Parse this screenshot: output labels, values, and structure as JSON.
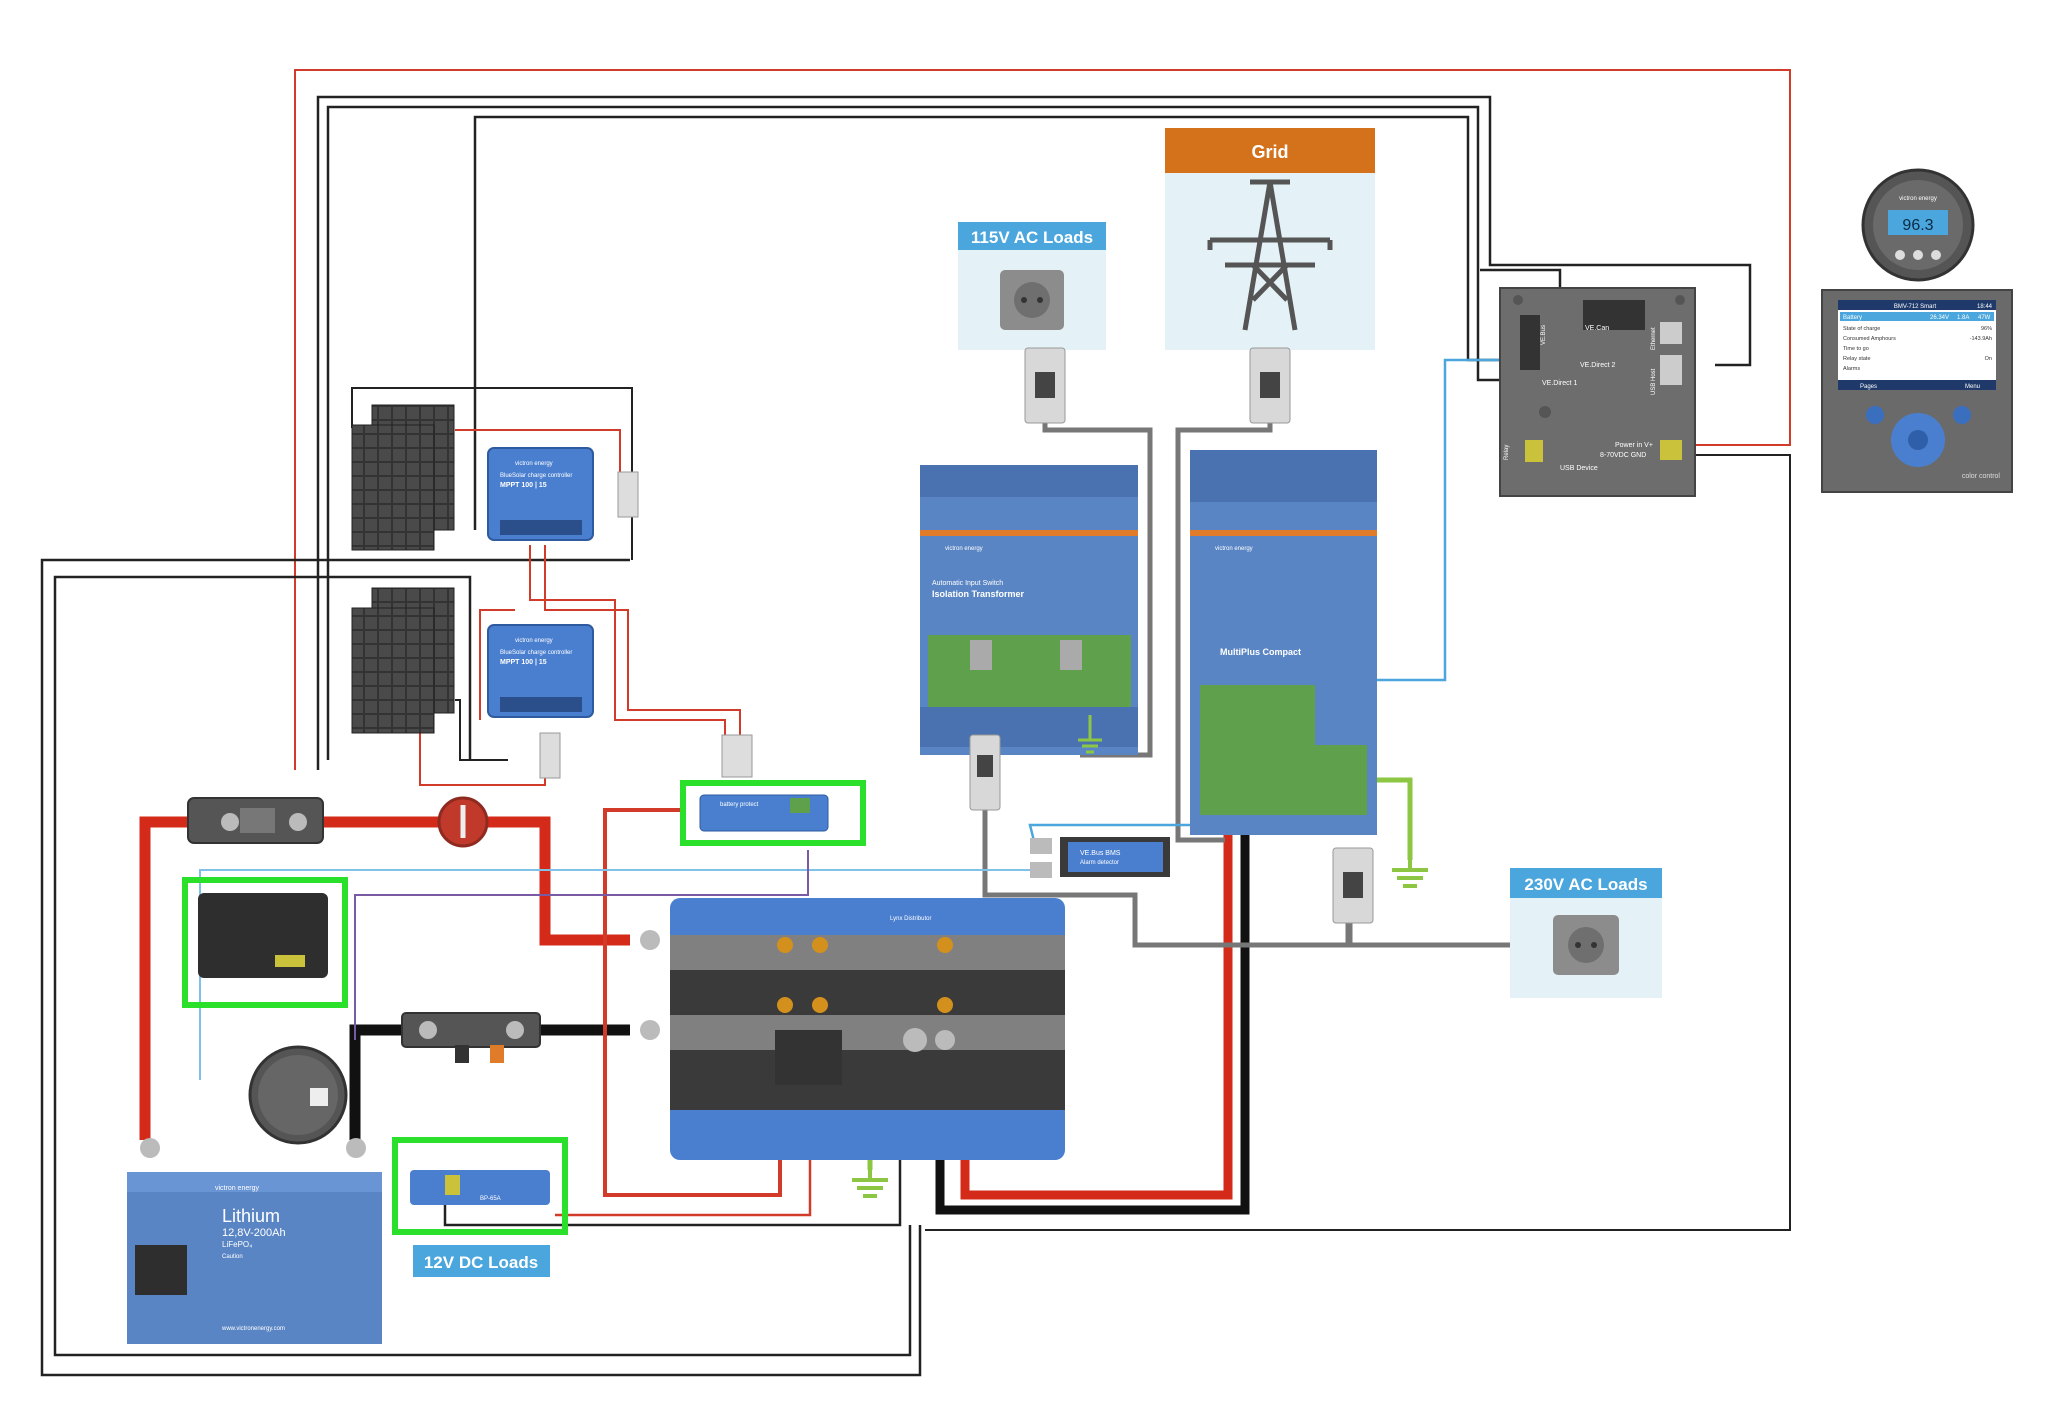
{
  "labels": {
    "grid": "Grid",
    "ac115": "115V AC Loads",
    "ac230": "230V AC Loads",
    "dc12": "12V DC Loads"
  },
  "battery": {
    "brand": "victron energy",
    "title": "Lithium",
    "spec": "12,8V-200Ah",
    "chem": "LiFePO₄",
    "caution": "Caution",
    "url": "www.victronenergy.com"
  },
  "mppt": {
    "brand": "victron energy",
    "product": "BlueSolar charge controller",
    "model": "MPPT 100 | 15"
  },
  "isolation": {
    "brand": "victron energy",
    "line1": "Automatic Input Switch",
    "line2": "Isolation Transformer"
  },
  "multiplus": {
    "brand": "victron energy",
    "title": "MultiPlus Compact"
  },
  "gx": {
    "vecan": "VE.Can",
    "vebus": "VE.Bus",
    "ethernet": "Ethernet",
    "vedirect1": "VE.Direct 1",
    "vedirect2": "VE.Direct 2",
    "usb": "USB Host",
    "power": "Power in V+",
    "power2": "8-70VDC GND",
    "relay": "Relay",
    "usbdevice": "USB Device"
  },
  "bms": {
    "line1": "VE.Bus BMS",
    "line2": "Alarm detector"
  },
  "bmv": {
    "brand": "victron energy",
    "value": "96.3"
  },
  "colorcontrol": {
    "title": "BMV-712 Smart",
    "time": "18:44",
    "header": "Battery",
    "v": "26.34V",
    "a": "1.8A",
    "w": "47W",
    "rows": [
      {
        "k": "State of charge",
        "v": "96%"
      },
      {
        "k": "Consumed Amphours",
        "v": "-143.9Ah"
      },
      {
        "k": "Time to go",
        "v": ""
      },
      {
        "k": "Relay state",
        "v": "On"
      },
      {
        "k": "Alarms",
        "v": ""
      }
    ],
    "pages": "Pages",
    "menu": "Menu",
    "footer": "color control"
  },
  "bp": {
    "label": "battery protect"
  },
  "bp2": {
    "label": "BP-65A"
  },
  "lynx": {
    "label": "Lynx Distributor"
  }
}
